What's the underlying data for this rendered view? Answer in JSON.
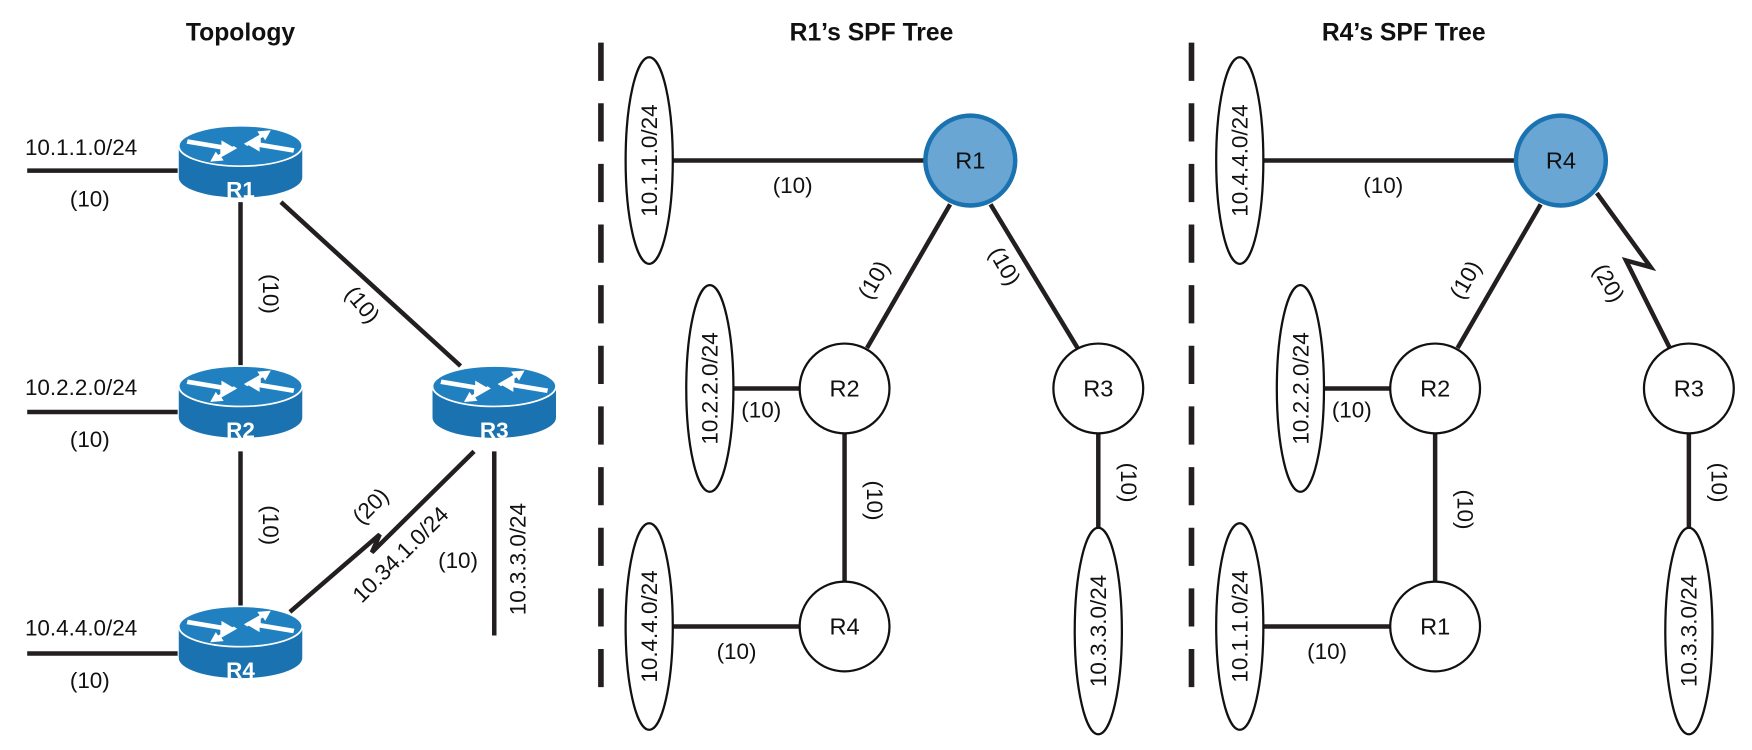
{
  "colors": {
    "router_body": "#1a72b0",
    "router_top": "#2180c0",
    "router_rim": "#ffffff",
    "root_fill": "#6aa6d4",
    "root_stroke": "#1a72b0",
    "line": "#231f20"
  },
  "topology": {
    "title": "Topology",
    "routers": [
      {
        "id": "R1",
        "label": "R1"
      },
      {
        "id": "R2",
        "label": "R2"
      },
      {
        "id": "R3",
        "label": "R3"
      },
      {
        "id": "R4",
        "label": "R4"
      }
    ],
    "stub_networks": [
      {
        "router": "R1",
        "prefix": "10.1.1.0/24",
        "cost": "(10)"
      },
      {
        "router": "R2",
        "prefix": "10.2.2.0/24",
        "cost": "(10)"
      },
      {
        "router": "R4",
        "prefix": "10.4.4.0/24",
        "cost": "(10)"
      },
      {
        "router": "R3",
        "prefix": "10.3.3.0/24",
        "cost": "(10)"
      }
    ],
    "links": [
      {
        "from": "R1",
        "to": "R2",
        "cost": "(10)",
        "type": "ethernet"
      },
      {
        "from": "R1",
        "to": "R3",
        "cost": "(10)",
        "type": "ethernet"
      },
      {
        "from": "R2",
        "to": "R4",
        "cost": "(10)",
        "type": "ethernet"
      },
      {
        "from": "R4",
        "to": "R3",
        "cost": "(20)",
        "type": "serial",
        "subnet": "10.34.1.0/24"
      }
    ]
  },
  "r1_tree": {
    "title": "R1’s SPF Tree",
    "root": "R1",
    "nodes": [
      "R1",
      "R2",
      "R3",
      "R4"
    ],
    "networks": [
      "10.1.1.0/24",
      "10.2.2.0/24",
      "10.4.4.0/24",
      "10.3.3.0/24"
    ],
    "costs": {
      "net_root": "(10)",
      "root_r2": "(10)",
      "root_r3": "(10)",
      "net_r2": "(10)",
      "r2_r4": "(10)",
      "net_r4": "(10)",
      "r3_net": "(10)"
    }
  },
  "r4_tree": {
    "title": "R4’s SPF Tree",
    "root": "R4",
    "nodes": [
      "R4",
      "R2",
      "R3",
      "R1"
    ],
    "networks": [
      "10.4.4.0/24",
      "10.2.2.0/24",
      "10.1.1.0/24",
      "10.3.3.0/24"
    ],
    "costs": {
      "net_root": "(10)",
      "root_r2": "(10)",
      "root_r3": "(20)",
      "net_r2": "(10)",
      "r2_r1": "(10)",
      "net_r1": "(10)",
      "r3_net": "(10)"
    }
  }
}
